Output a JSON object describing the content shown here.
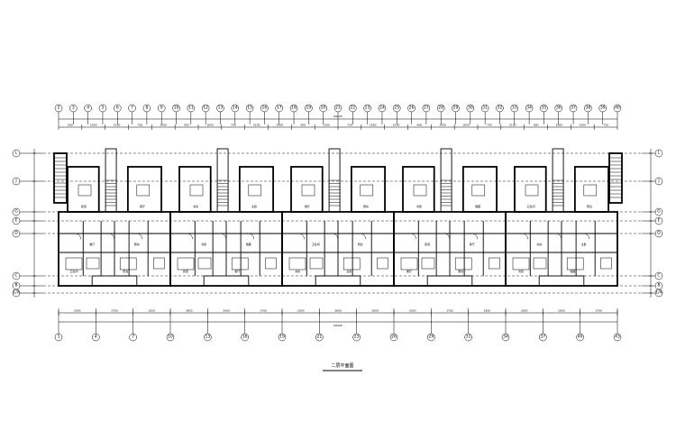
{
  "drawing": {
    "caption": "二层平面图",
    "top_axes": [
      "2",
      "3",
      "4",
      "5",
      "6",
      "7",
      "8",
      "9",
      "10",
      "11",
      "12",
      "13",
      "14",
      "15",
      "16",
      "17",
      "18",
      "19",
      "20",
      "21",
      "22",
      "23",
      "24",
      "25",
      "26",
      "27",
      "28",
      "29",
      "30",
      "31",
      "32",
      "33",
      "34",
      "35",
      "36",
      "37",
      "38",
      "39",
      "40"
    ],
    "bottom_axes": [
      "1",
      "4",
      "7",
      "10",
      "13",
      "16",
      "19",
      "21",
      "23",
      "26",
      "29",
      "31",
      "34",
      "37",
      "40",
      "43"
    ],
    "left_axes": [
      "L",
      "J",
      "G",
      "E",
      "D",
      "C",
      "B",
      "1/A"
    ],
    "right_axes": [
      "L",
      "J",
      "G",
      "E",
      "D",
      "C",
      "B",
      "1/A"
    ],
    "top_dims": [
      "900",
      "1650",
      "2100",
      "750",
      "1500",
      "900",
      "1650",
      "750",
      "2100",
      "1650",
      "900",
      "1500",
      "750",
      "1650",
      "2100",
      "900",
      "1500",
      "1650",
      "750",
      "2100",
      "900",
      "1650",
      "1500",
      "750"
    ],
    "bottom_dims": [
      "3300",
      "3700",
      "3200",
      "3600",
      "3000",
      "3700",
      "3300",
      "3600",
      "3000",
      "3200",
      "3700",
      "3300",
      "3600",
      "3000",
      "3700"
    ],
    "overall_top": "69400",
    "overall_bottom": "69400",
    "room_labels": [
      "卧室",
      "客厅",
      "餐厅",
      "厨房",
      "卫生间",
      "阳台",
      "书房",
      "主卧",
      "次卧",
      "储藏"
    ]
  },
  "colors": {
    "line": "#000000",
    "background": "#ffffff"
  }
}
